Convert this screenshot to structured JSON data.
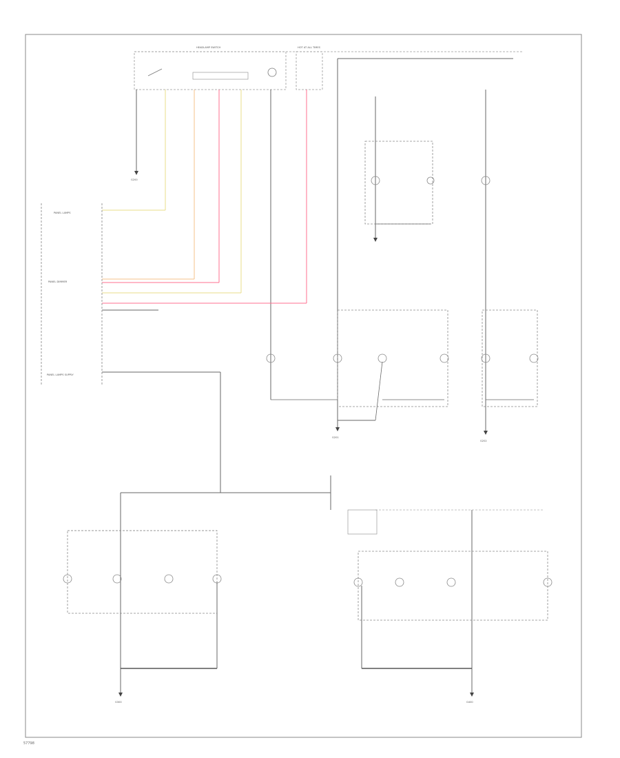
{
  "diagram": {
    "figure_code": "57798",
    "headlamp_switch_title": "HEADLAMP SWITCH",
    "fuse_block_label": "HOT AT ALL TIMES",
    "ground_labels": {
      "g_top": "G200",
      "g_center_left": "G201",
      "g_center_right": "G202",
      "g_bottom_left": "G300",
      "g_bottom_right": "G400"
    },
    "connector_labels": {
      "panel_lamps": "PANEL LAMPS",
      "panel_dimmer": "PANEL DIMMER",
      "panel_lamps_supply": "PANEL LAMPS SUPPLY"
    },
    "wire_colors": {
      "black": "#666666",
      "red": "#f08080",
      "orange": "#f5c08a",
      "yellow": "#e8dc8a",
      "pink": "#ff6f8f"
    }
  }
}
